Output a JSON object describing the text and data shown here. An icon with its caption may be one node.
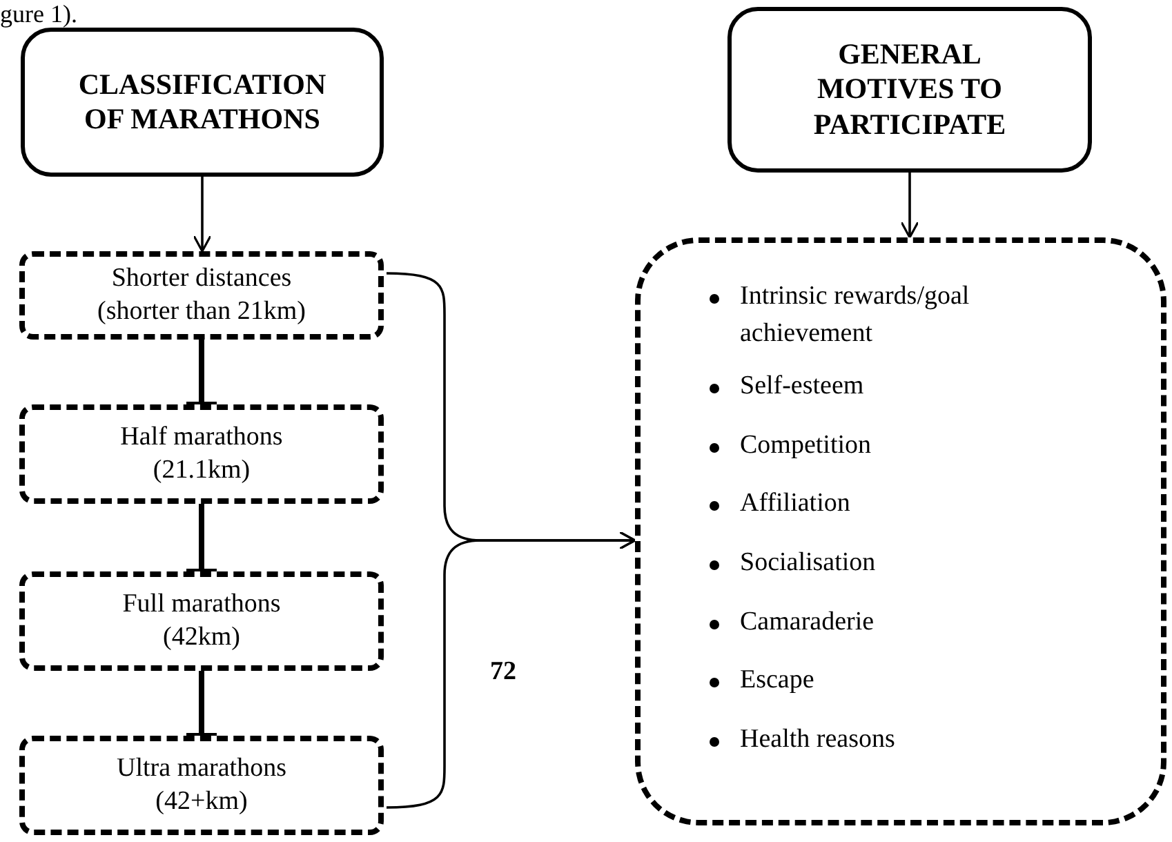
{
  "diagram": {
    "nodes": [
      {
        "text": [
          "CLASSIFICATION OF MARATHONS"
        ]
      },
      {
        "text": [
          "Shorter distances",
          "(shorter than 21km)"
        ]
      },
      {
        "text": [
          "Half marathons",
          "(21.1km)"
        ]
      },
      {
        "text": [
          "Full marathons",
          "(42km)"
        ]
      },
      {
        "text": [
          "Ultra marathons",
          "(42+km)"
        ]
      },
      {
        "text": [
          "GENERAL MOTIVES TO PARTICIPATE"
        ]
      },
      {
        "text": [
          "Intrinsic rewards/goal achievement",
          "Self-esteem",
          "Competition",
          "Affiliation",
          "Socialisation",
          "Camaraderie",
          "Escape",
          "Health reasons"
        ]
      }
    ],
    "edges": [
      {
        "from": 0,
        "to": 1,
        "arrow": "to"
      },
      {
        "from": 1,
        "to": 2,
        "arrow": "other",
        "style": "thick"
      },
      {
        "from": 2,
        "to": 3,
        "arrow": "other",
        "style": "thick"
      },
      {
        "from": 3,
        "to": 4,
        "arrow": "other",
        "style": "thick"
      },
      {
        "from": 1,
        "to": 6,
        "arrow": "to"
      },
      {
        "from": 4,
        "to": 6,
        "arrow": "to"
      },
      {
        "from": 5,
        "to": 6,
        "arrow": "to"
      }
    ],
    "labels": [
      "gure 1).",
      "72"
    ]
  }
}
